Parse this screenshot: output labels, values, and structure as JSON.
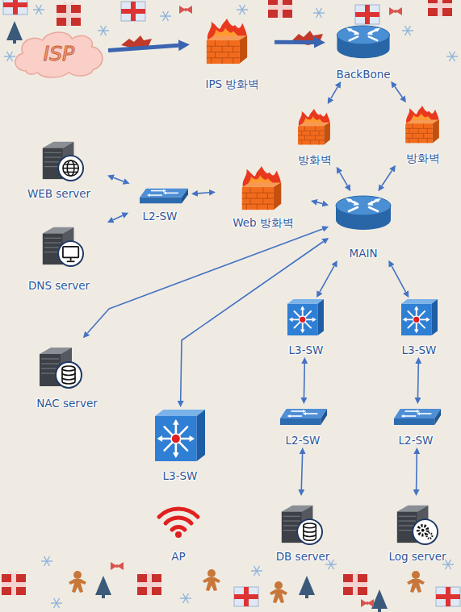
{
  "diagram": {
    "nodes": [
      {
        "text": [
          "ISP"
        ]
      },
      {
        "text": [
          "IPS 방화벽"
        ]
      },
      {
        "text": [
          "BackBone"
        ]
      },
      {
        "text": [
          "방화벽"
        ]
      },
      {
        "text": [
          "방화벽"
        ]
      },
      {
        "text": [
          "WEB server"
        ]
      },
      {
        "text": [
          "L2-SW"
        ]
      },
      {
        "text": [
          "Web 방화벽"
        ]
      },
      {
        "text": [
          "MAIN"
        ]
      },
      {
        "text": [
          "DNS server"
        ]
      },
      {
        "text": [
          "L3-SW"
        ]
      },
      {
        "text": [
          "L3-SW"
        ]
      },
      {
        "text": [
          "NAC server"
        ]
      },
      {
        "text": [
          "L2-SW"
        ]
      },
      {
        "text": [
          "L2-SW"
        ]
      },
      {
        "text": [
          "L3-SW"
        ]
      },
      {
        "text": [
          "AP"
        ]
      },
      {
        "text": [
          "DB server"
        ]
      },
      {
        "text": [
          "Log server"
        ]
      }
    ],
    "edges": [
      {
        "from": 0,
        "to": 1,
        "arrow": "to"
      },
      {
        "from": 1,
        "to": 2,
        "arrow": "to"
      },
      {
        "from": 2,
        "to": 3,
        "arrow": "both"
      },
      {
        "from": 2,
        "to": 4,
        "arrow": "both"
      },
      {
        "from": 5,
        "to": 6,
        "arrow": "both"
      },
      {
        "from": 9,
        "to": 6,
        "arrow": "both"
      },
      {
        "from": 6,
        "to": 7,
        "arrow": "both"
      },
      {
        "from": 7,
        "to": 8,
        "arrow": "both"
      },
      {
        "from": 3,
        "to": 8,
        "arrow": "both"
      },
      {
        "from": 4,
        "to": 8,
        "arrow": "both"
      },
      {
        "from": 8,
        "to": 12,
        "arrow": "both"
      },
      {
        "from": 8,
        "to": 15,
        "arrow": "both"
      },
      {
        "from": 8,
        "to": 10,
        "arrow": "both"
      },
      {
        "from": 8,
        "to": 11,
        "arrow": "both"
      },
      {
        "from": 10,
        "to": 13,
        "arrow": "both"
      },
      {
        "from": 11,
        "to": 14,
        "arrow": "both"
      },
      {
        "from": 13,
        "to": 17,
        "arrow": "both"
      },
      {
        "from": 14,
        "to": 18,
        "arrow": "both"
      }
    ]
  }
}
